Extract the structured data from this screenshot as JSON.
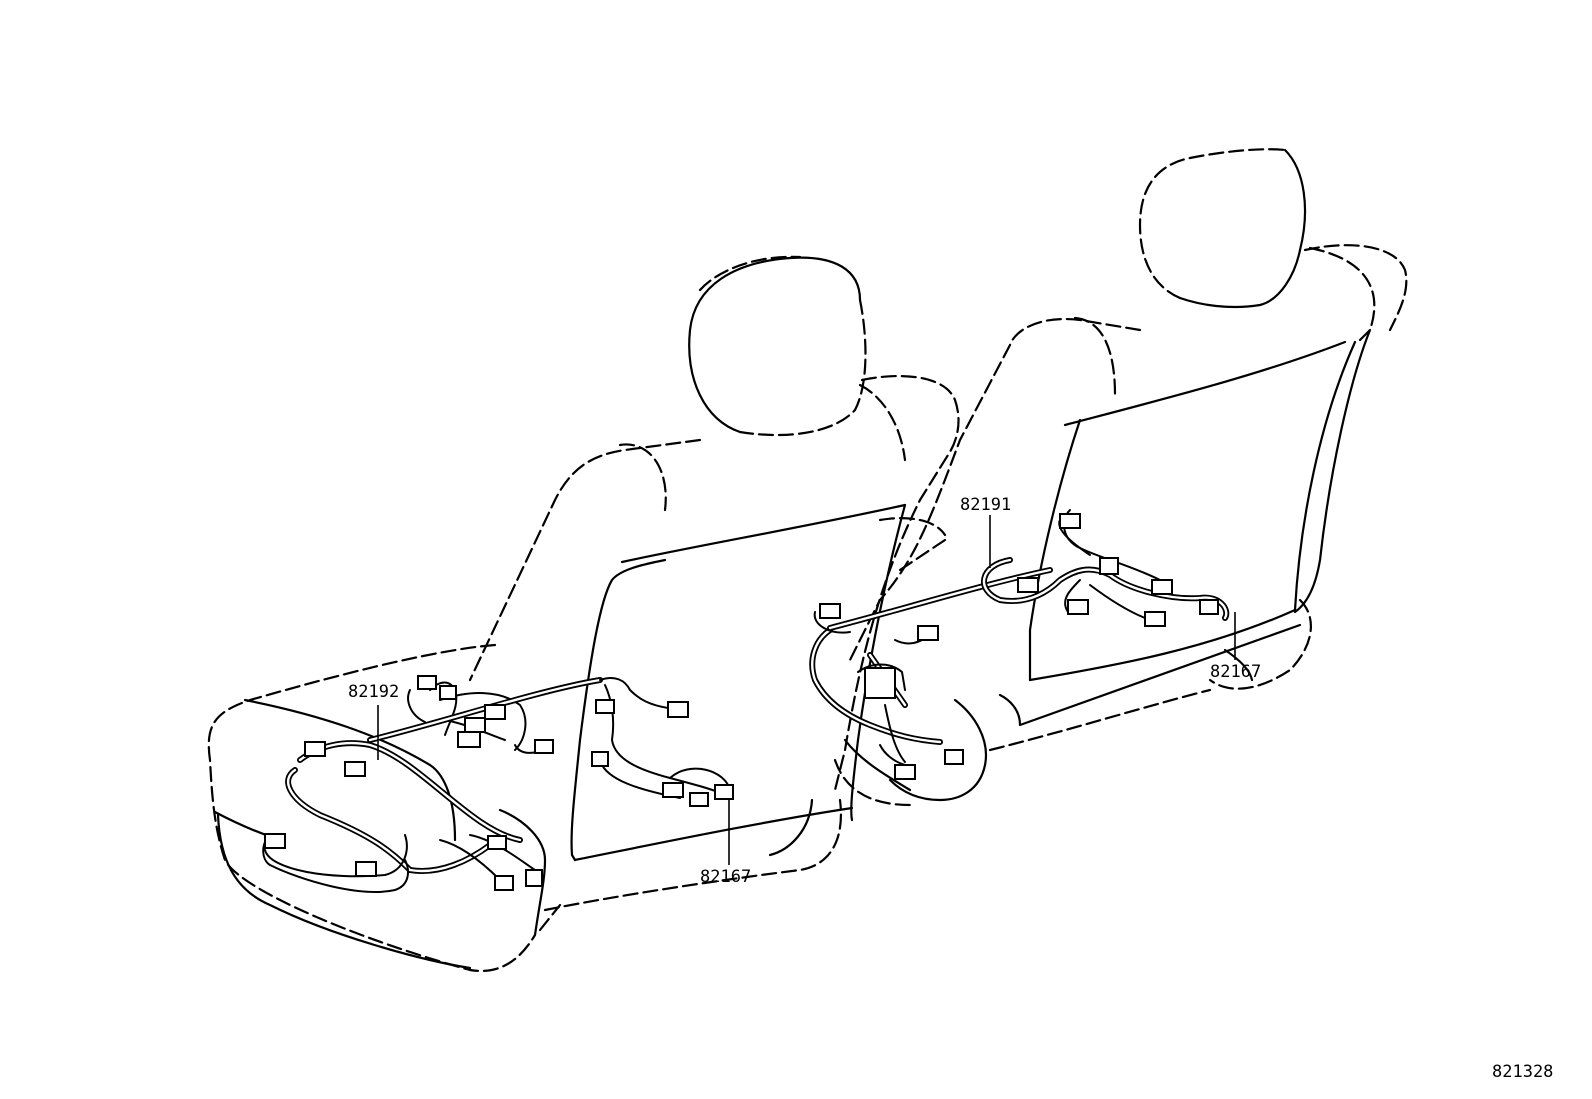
{
  "diagram": {
    "callouts": {
      "left_seat_main": "82192",
      "left_seat_back": "82167",
      "right_seat_main": "82191",
      "right_seat_back": "82167"
    },
    "figure_code": "821328"
  }
}
